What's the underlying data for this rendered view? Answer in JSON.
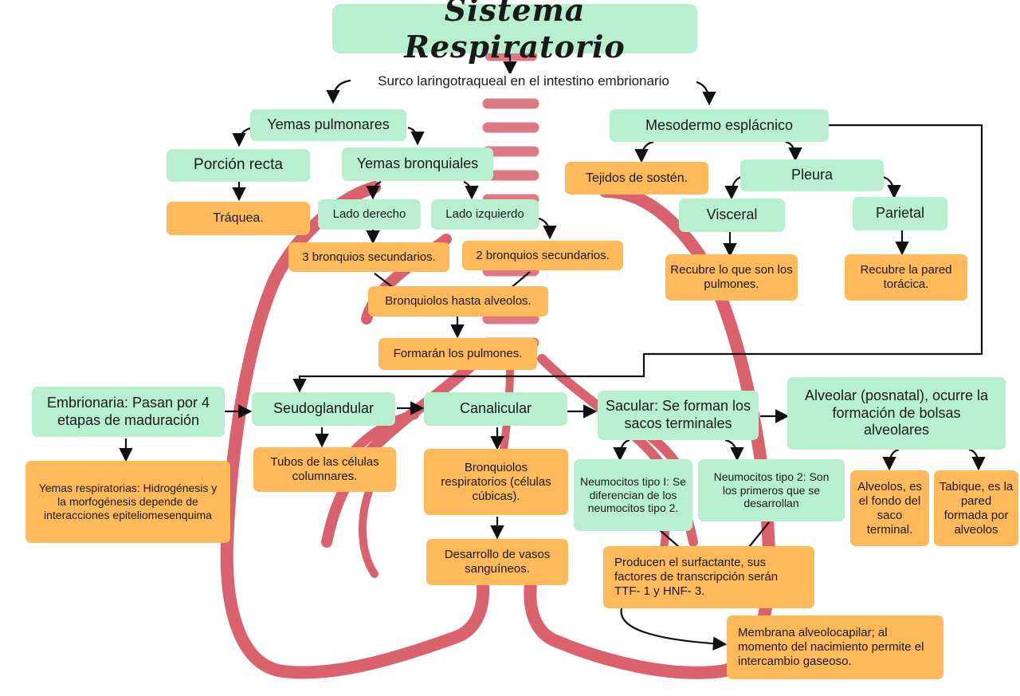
{
  "title": "Sistema Respiratorio",
  "origin": "Surco laringotraqueal en el intestino embrionario",
  "left_branch": {
    "yemas_pulmonares": "Yemas pulmonares",
    "porcion_recta": "Porción recta",
    "traquea": "Tráquea.",
    "yemas_bronquiales": "Yemas bronquiales",
    "lado_derecho": "Lado derecho",
    "lado_izquierdo": "Lado izquierdo",
    "bronquios_3": "3 bronquios secundarios.",
    "bronquios_2": "2 bronquios secundarios.",
    "bronquiolos": "Bronquiolos hasta alveolos.",
    "pulmones": "Formarán los pulmones."
  },
  "right_branch": {
    "mesodermo": "Mesodermo esplácnico",
    "tejidos": "Tejidos de sostén.",
    "pleura": "Pleura",
    "visceral": "Visceral",
    "parietal": "Parietal",
    "visceral_desc": "Recubre lo que son los pulmones.",
    "parietal_desc": "Recubre la pared torácica."
  },
  "stages": {
    "embrionaria": "Embrionaria: Pasan por 4 etapas de maduración",
    "embrionaria_desc": "Yemas respiratorias: Hidrogénesis y la morfogénesis depende de interacciones epiteliomesenquima",
    "seudoglandular": "Seudoglandular",
    "seudoglandular_desc": "Tubos de las células columnares.",
    "canalicular": "Canalicular",
    "canalicular_desc1": "Bronquiolos respiratorios (células cúbicas).",
    "canalicular_desc2": "Desarrollo de vasos sanguíneos.",
    "sacular": "Sacular: Se forman los sacos terminales",
    "neumocitos1": "Neumocitos tipo I: Se diferencian de los neumocitos tipo 2.",
    "neumocitos2": "Neumocitos tipo 2: Son los primeros que se desarrollan",
    "surfactante": "Producen el surfactante, sus factores de transcripción serán TTF- 1 y HNF- 3.",
    "membrana": "Membrana alveolocapilar; al momento del nacimiento permite el intercambio gaseoso.",
    "alveolar": "Alveolar (posnatal), ocurre la formación de bolsas alveolares",
    "alveolos": "Alveolos, es el fondo del saco terminal.",
    "tabique": "Tabique, es la pared formada por alveolos"
  },
  "colors": {
    "green": "#b8f0cf",
    "orange": "#fdb95a",
    "lung": "#d9626e"
  }
}
